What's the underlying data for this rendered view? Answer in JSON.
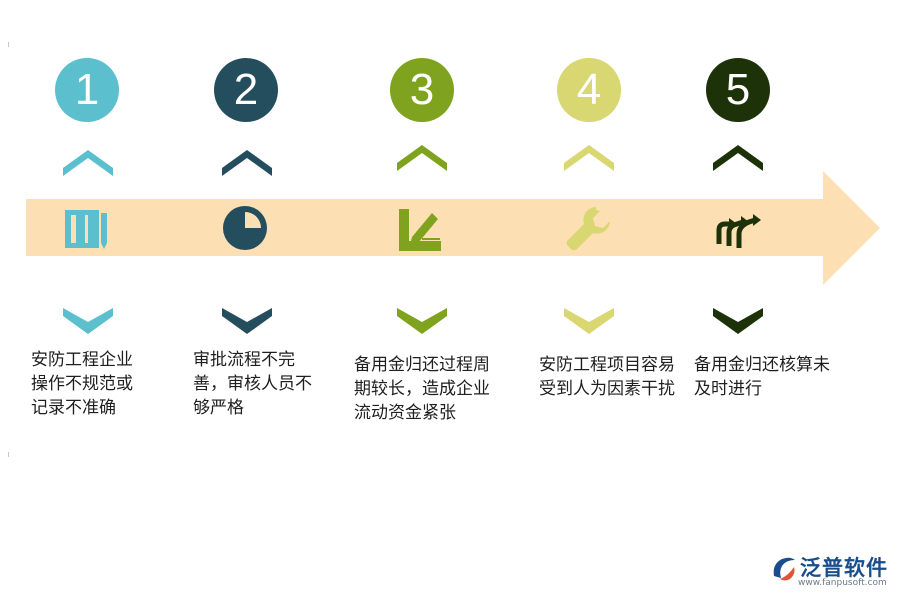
{
  "colors": {
    "arrow": "#fddfb4",
    "step1": "#5bbfcd",
    "step2": "#244e5e",
    "step3": "#7fa31f",
    "step4": "#d8d772",
    "step5": "#1d3209"
  },
  "steps": [
    {
      "number": "1",
      "icon": "book-icon",
      "text": "安防工程企业操作不规范或记录不准确"
    },
    {
      "number": "2",
      "icon": "pie-chart-icon",
      "text": "审批流程不完善，审核人员不够严格"
    },
    {
      "number": "3",
      "icon": "pencil-ruler-icon",
      "text": "备用金归还过程周期较长，造成企业流动资金紧张"
    },
    {
      "number": "4",
      "icon": "wrench-icon",
      "text": "安防工程项目容易受到人为因素干扰"
    },
    {
      "number": "5",
      "icon": "arrows-icon",
      "text": "备用金归还核算未及时进行"
    }
  ],
  "logo": {
    "name": "泛普软件",
    "url": "www.fanpusoft.com",
    "icon": "fanpu-logo-icon"
  }
}
